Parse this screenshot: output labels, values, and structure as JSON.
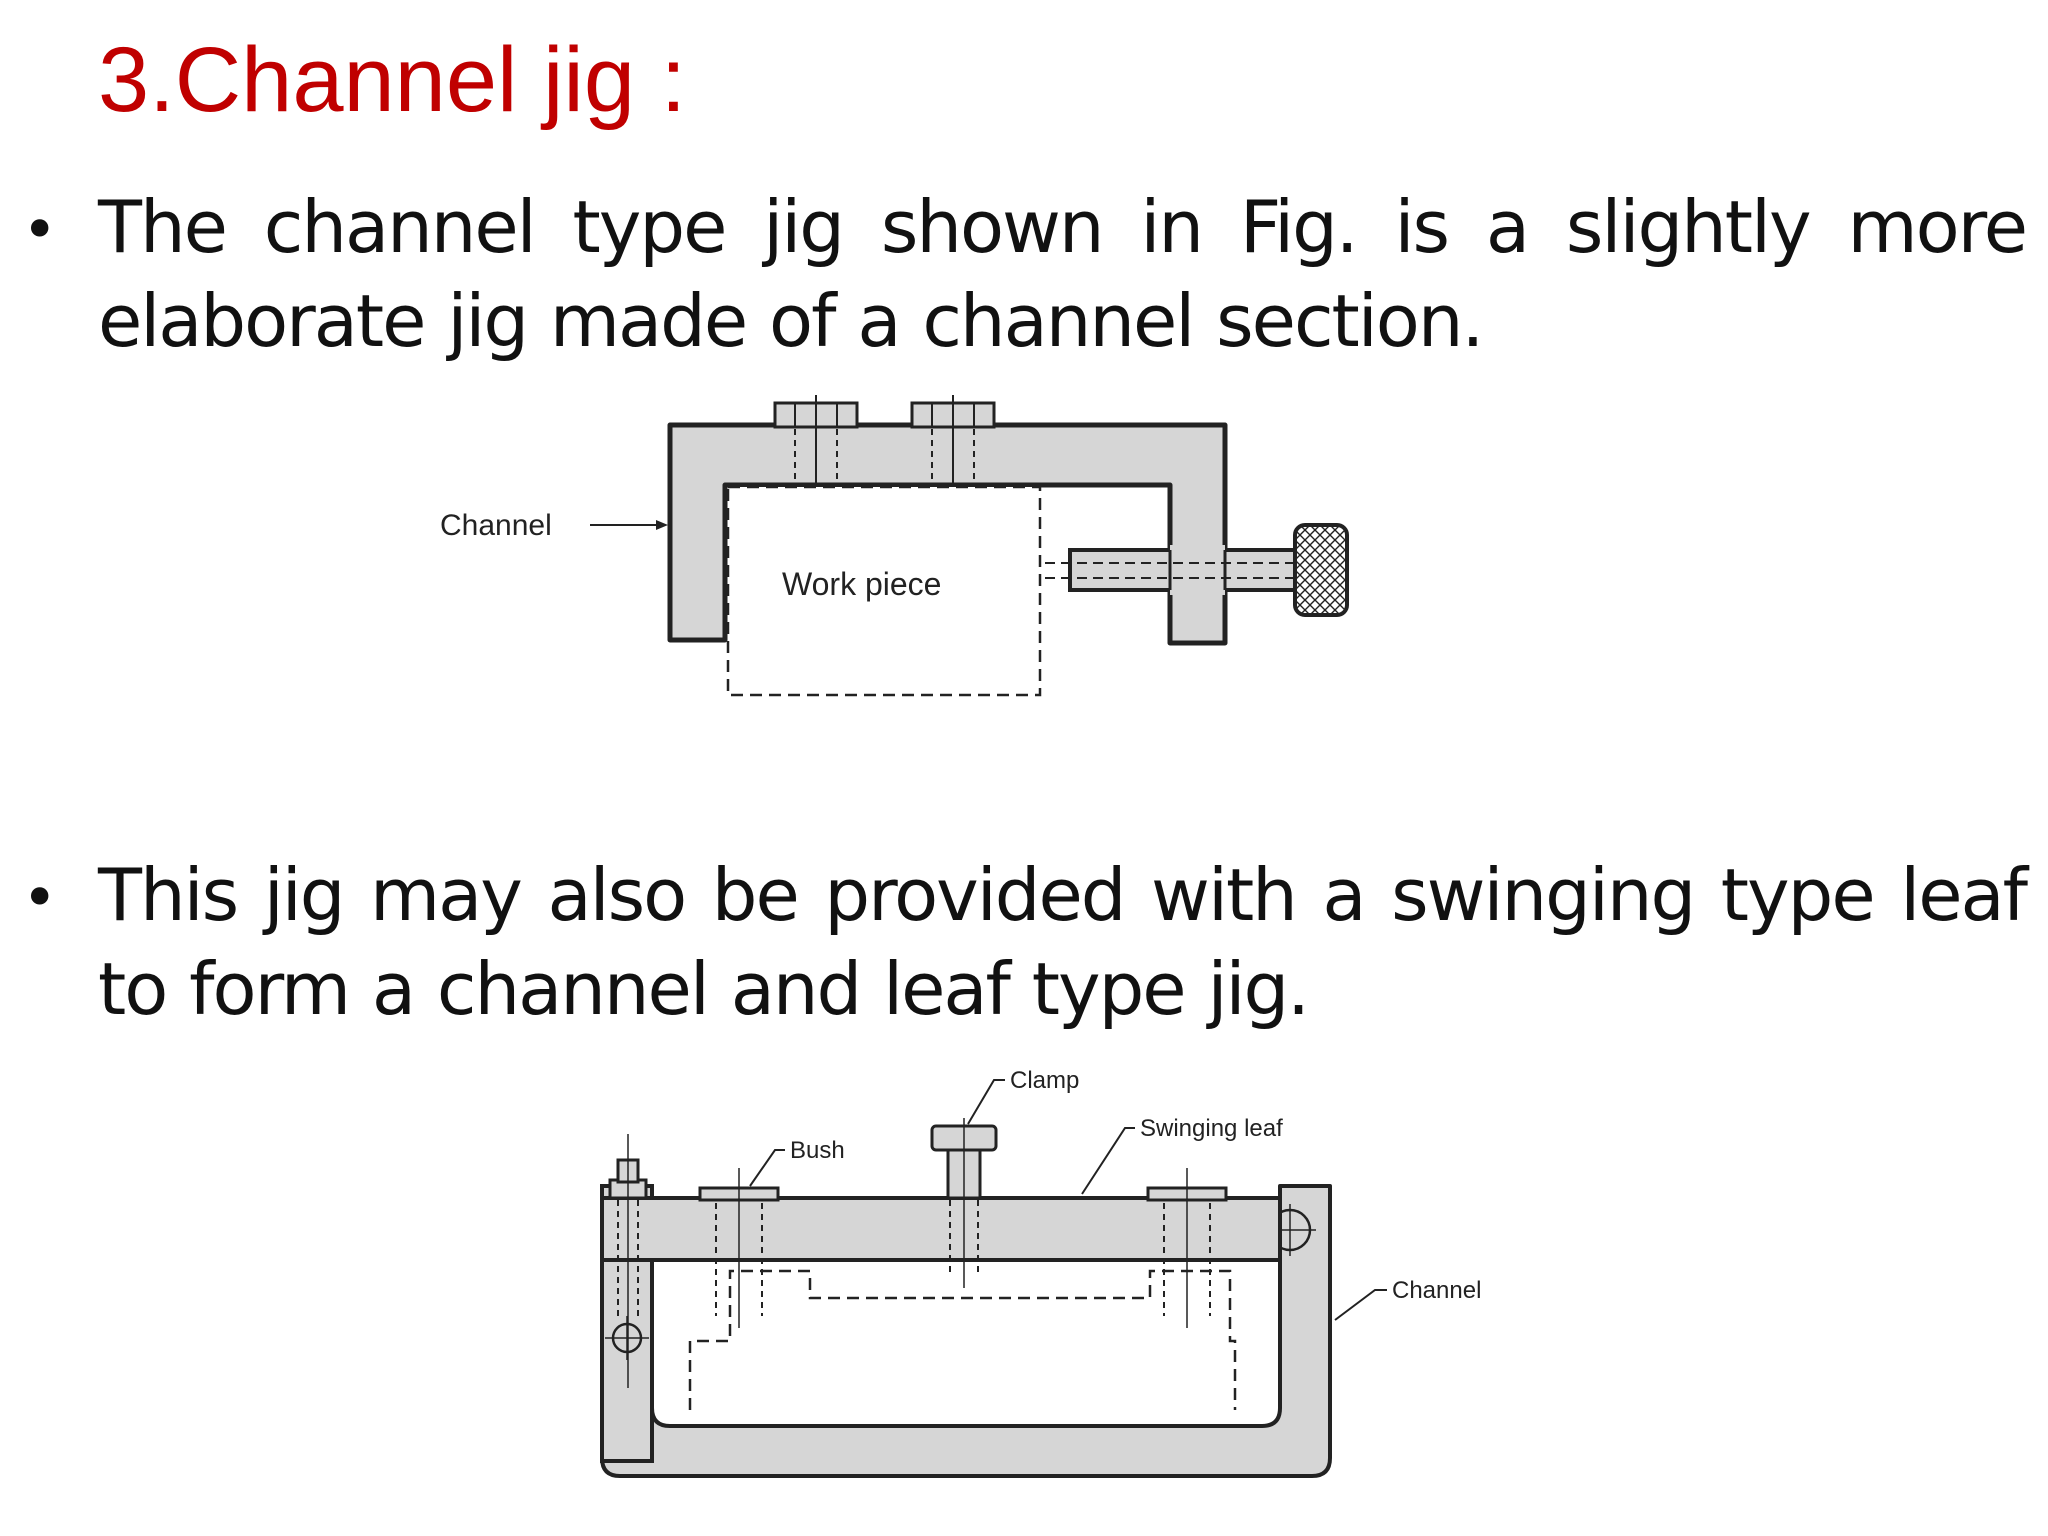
{
  "slide": {
    "title": "3.Channel jig :",
    "bullets": [
      {
        "text": "The channel type jig shown in Fig. is a slightly more elaborate jig made of a channel section."
      },
      {
        "text": "This jig may  also be provided with a swinging type leaf to form a channel and leaf type jig."
      }
    ]
  },
  "figure_1": {
    "labels": {
      "channel": "Channel",
      "workpiece": "Work piece"
    }
  },
  "figure_2": {
    "labels": {
      "clamp": "Clamp",
      "swinging_leaf": "Swinging leaf",
      "bush": "Bush",
      "channel": "Channel"
    }
  },
  "colors": {
    "title": "#c00000",
    "text": "#111111",
    "metal_fill": "#d6d6d6",
    "outline": "#222222"
  }
}
